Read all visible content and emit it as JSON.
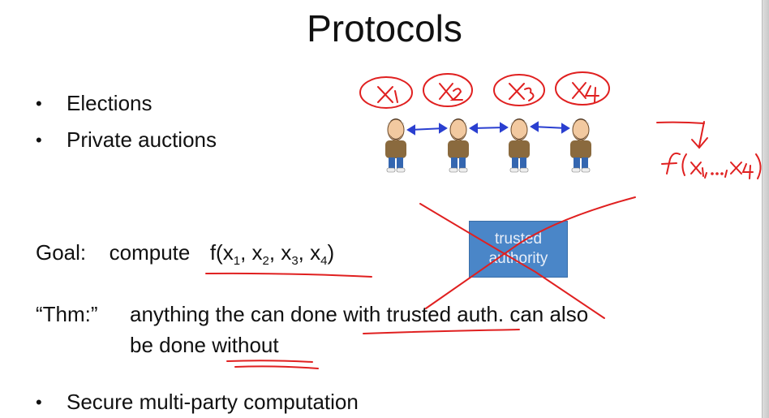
{
  "slide": {
    "title": "Protocols",
    "bullets_top": [
      "Elections",
      "Private auctions"
    ],
    "goal": {
      "label": "Goal:",
      "verb": "compute",
      "func": "f(x",
      "sub1": "1",
      "sep1": ", x",
      "sub2": "2",
      "sep2": ", x",
      "sub3": "3",
      "sep3": ", x",
      "sub4": "4",
      "close": ")"
    },
    "thm": {
      "label": "“Thm:”",
      "line1": "anything the can done with trusted auth. can also",
      "line2": "be done without"
    },
    "bullet_bottom": "Secure multi-party computation",
    "authority": {
      "line1": "trusted",
      "line2": "authority"
    },
    "handwriting": {
      "inputs": [
        "x1",
        "x2",
        "x3",
        "x4"
      ],
      "output": "f(x1,...,x4)"
    },
    "colors": {
      "ink": "#e02020",
      "arrow": "#2a3fd0",
      "box": "#4a86c8"
    }
  }
}
